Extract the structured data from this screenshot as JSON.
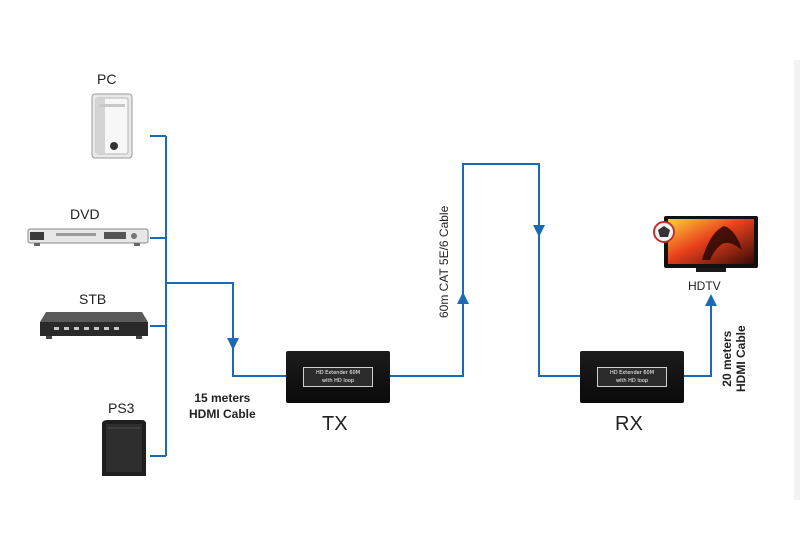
{
  "sources": {
    "pc": "PC",
    "dvd": "DVD",
    "stb": "STB",
    "ps3": "PS3"
  },
  "hdmi_cable_in": [
    "15 meters",
    "HDMI Cable"
  ],
  "tx": {
    "plate_line1": "HD  Extender 60M",
    "plate_line2": "with HD loop",
    "label": "TX"
  },
  "cat_cable": "60m CAT 5E/6 Cable",
  "rx": {
    "plate_line1": "HD  Extender 60M",
    "plate_line2": "with HD loop",
    "label": "RX"
  },
  "hdmi_cable_out": [
    "20 meters",
    "HDMI Cable"
  ],
  "display": {
    "label": "HDTV"
  },
  "colors": {
    "wire": "#1b6ab3",
    "device_dark": "#1a1a1a"
  }
}
